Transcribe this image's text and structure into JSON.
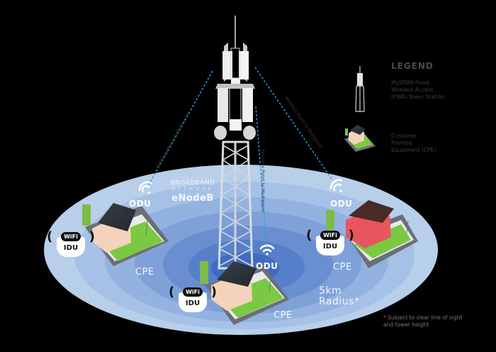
{
  "legend": {
    "title": "LEGEND",
    "items": [
      {
        "icon": "tower-icon",
        "label": "MySRBN Fixed\nWireless Access\n(FWA) Tower Station"
      },
      {
        "icon": "house-icon",
        "label": "Customer\nPremise\nEquipment (CPE)"
      }
    ]
  },
  "brand": {
    "line1": "SARAWAK RURAL",
    "line2": "BROADBAND",
    "line3": "NETWORK",
    "node": "eNodeB"
  },
  "links": {
    "left": "Wireless Point to Multipoint",
    "center": "Wireless Point to Multipoint",
    "right": "Wireless Point to Multipoint"
  },
  "sites": [
    {
      "odu": "ODU",
      "idu_badge": "WiFi",
      "idu": "IDU",
      "cpe": "CPE",
      "house_color": "#f4d3b8"
    },
    {
      "odu": "ODU",
      "idu_badge": "WiFi",
      "idu": "IDU",
      "cpe": "CPE",
      "house_color": "#f4d3b8"
    },
    {
      "odu": "ODU",
      "idu_badge": "WiFi",
      "idu": "IDU",
      "cpe": "CPE",
      "house_color": "#e8555f"
    }
  ],
  "coverage": {
    "radius_line1": "5km",
    "radius_line2": "Radius*",
    "footnote": "* Subject to clear line of sight and tower height"
  },
  "colors": {
    "background": "#000000",
    "coverage_outer": "#b9cfea",
    "coverage_inner": "#3d6fc7",
    "link_dash": "#1fa0d8"
  }
}
